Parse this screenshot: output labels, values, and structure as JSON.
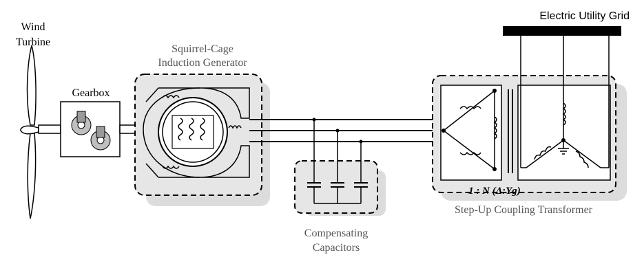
{
  "labels": {
    "wind_turbine_line1": "Wind",
    "wind_turbine_line2": "Turbine",
    "gearbox": "Gearbox",
    "generator_line1": "Squirrel-Cage",
    "generator_line2": "Induction Generator",
    "grid": "Electric Utility Grid",
    "capacitors_line1": "Compensating",
    "capacitors_line2": "Capacitors",
    "transformer": "Step-Up Coupling Transformer",
    "ratio": "1 : N (Δ:Yg)"
  },
  "colors": {
    "box_fill": "#e6e6e6",
    "shadow": "#d9d9d9",
    "line": "#000000"
  },
  "icons": [
    "wind-turbine-icon",
    "gear-icon",
    "coil-icon",
    "ground-icon"
  ]
}
